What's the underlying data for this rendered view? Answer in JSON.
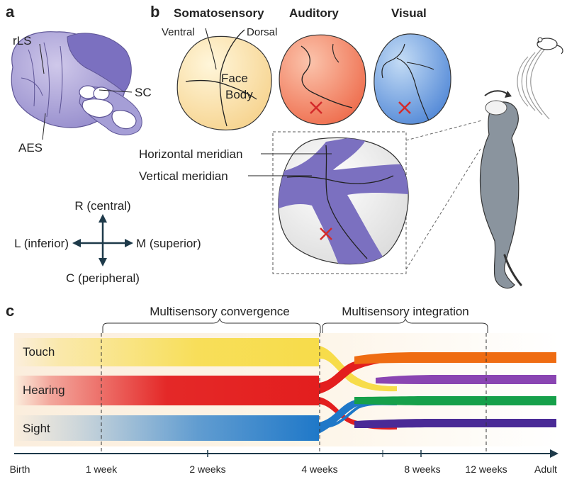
{
  "panel_a": {
    "letter": "a",
    "labels": {
      "rls": "rLS",
      "sc": "SC",
      "aes": "AES"
    },
    "compass": {
      "r": "R (central)",
      "l": "L (inferior)",
      "m": "M (superior)",
      "c": "C (peripheral)"
    }
  },
  "panel_b": {
    "letter": "b",
    "somatosensory": {
      "title": "Somatosensory",
      "ventral": "Ventral",
      "dorsal": "Dorsal",
      "face": "Face",
      "body": "Body"
    },
    "auditory": {
      "title": "Auditory"
    },
    "visual": {
      "title": "Visual"
    },
    "horizontal_meridian": "Horizontal meridian",
    "vertical_meridian": "Vertical meridian",
    "colors": {
      "somato": "#fbe3a8",
      "auditory": "#f58a6c",
      "visual": "#6d9ee0",
      "merge": "#7b70c0",
      "mark": "#d42a2a"
    }
  },
  "panel_c": {
    "letter": "c",
    "convergence_label": "Multisensory convergence",
    "integration_label": "Multisensory integration",
    "rows": [
      {
        "label": "Touch",
        "color": "#f7dc4a"
      },
      {
        "label": "Hearing",
        "color": "#e31e1e"
      },
      {
        "label": "Sight",
        "color": "#1f78c8"
      }
    ],
    "outputs": [
      "#ef6c12",
      "#8a45b2",
      "#16a04a",
      "#4a2a96"
    ],
    "timeline": [
      "Birth",
      "1 week",
      "2 weeks",
      "4 weeks",
      "8 weeks",
      "12 weeks",
      "Adult"
    ]
  }
}
